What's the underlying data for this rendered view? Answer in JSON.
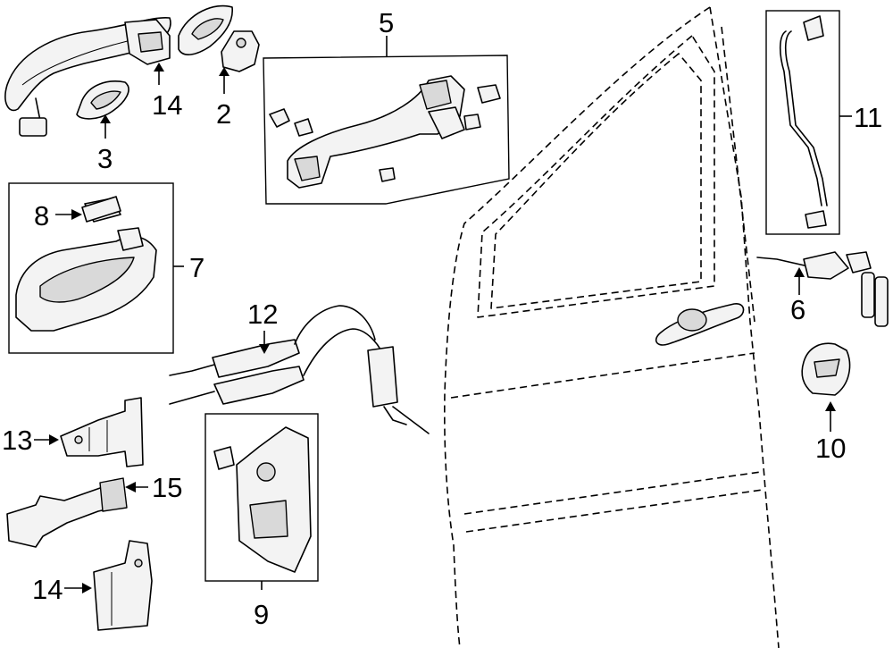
{
  "callouts": {
    "c1": "14",
    "c2": "2",
    "c3": "3",
    "c4": "5",
    "c5": "11",
    "c6": "8",
    "c7": "7",
    "c8": "12",
    "c9": "6",
    "c10": "10",
    "c11": "13",
    "c12": "15",
    "c13": "14",
    "c14": "9"
  },
  "icons": [
    "door-shell",
    "outer-handle",
    "lock-actuator",
    "door-hinge",
    "door-check",
    "door-striker",
    "latch-rod",
    "key-cylinder"
  ],
  "colors": {
    "line": "#000000",
    "background": "#ffffff",
    "part_fill": "#f3f3f3"
  }
}
